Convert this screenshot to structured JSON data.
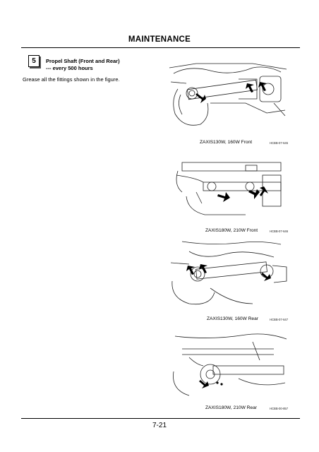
{
  "header": {
    "title": "MAINTENANCE"
  },
  "section": {
    "number": "5",
    "title_line1": "Propel Shaft (Front and Rear)",
    "title_line2": "--- every 500 hours",
    "instruction": "Grease all the fittings shown in the figure."
  },
  "figures": [
    {
      "caption": "ZAXIS130W, 160W Front",
      "code": "HCBB-07-645",
      "icon": "propel-shaft-illustration",
      "arrow_count": 3
    },
    {
      "caption": "ZAXIS180W, 210W Front",
      "code": "HCBB-07-646",
      "icon": "propel-shaft-illustration",
      "arrow_count": 3
    },
    {
      "caption": "ZAXIS130W, 160W Rear",
      "code": "HCBB-07-647",
      "icon": "propel-shaft-illustration",
      "arrow_count": 3
    },
    {
      "caption": "ZAXIS180W, 210W Rear",
      "code": "HCBB-00-857",
      "icon": "propel-shaft-illustration",
      "arrow_count": 1
    }
  ],
  "footer": {
    "page_number": "7-21"
  }
}
